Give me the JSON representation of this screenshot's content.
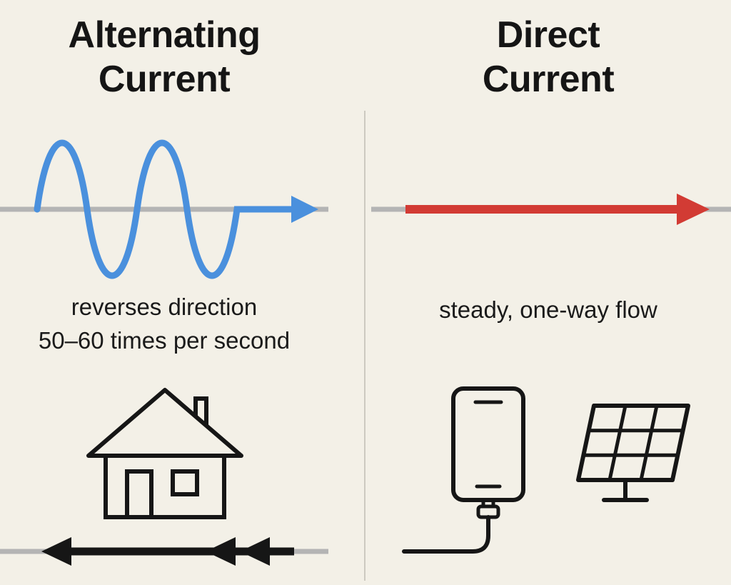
{
  "colors": {
    "background": "#f3f0e7",
    "accent_blue": "#4a90dd",
    "accent_red": "#d23b34",
    "axis_gray": "#b4b4b4",
    "ink_black": "#161616",
    "divider_gray": "#ccc9c0"
  },
  "left_panel": {
    "title_line1": "Alternating",
    "title_line2": "Current",
    "caption_line1": "reverses direction",
    "caption_line2": "50–60 times per second"
  },
  "right_panel": {
    "title_line1": "Direct",
    "title_line2": "Current",
    "caption": "steady, one-way flow"
  },
  "icons": {
    "ac_wave": "sine-wave-over-axis-with-right-arrow",
    "dc_arrow": "straight-right-arrow-over-axis",
    "ac_flow": "three-left-arrowheads-on-line",
    "house": "house-outline-with-chimney-door-window",
    "phone": "phone-outline-with-charging-cable",
    "solar": "solar-panel-outline-3x3-grid"
  }
}
